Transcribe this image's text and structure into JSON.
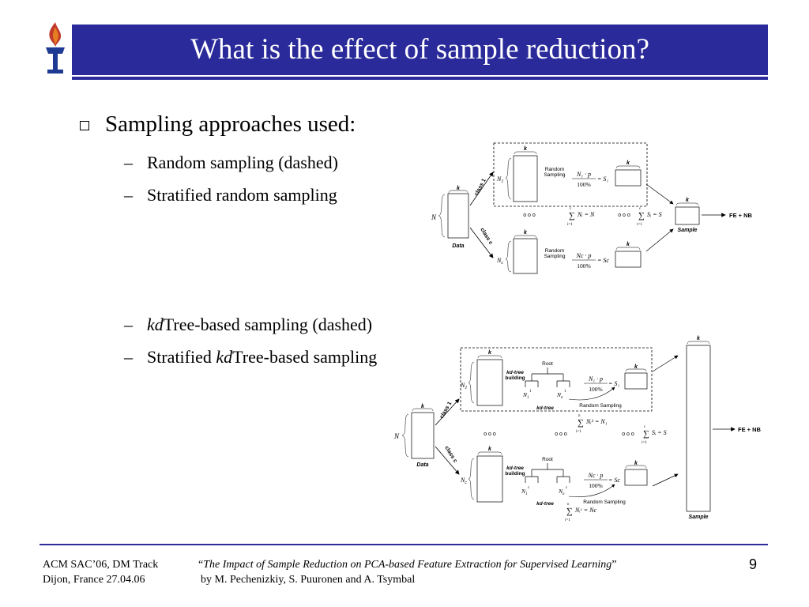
{
  "slide": {
    "title": "What is the effect of sample reduction?",
    "bullet": "Sampling approaches used:",
    "sub_items": [
      {
        "dash": "–",
        "text": "Random sampling (dashed)"
      },
      {
        "dash": "–",
        "text": "Stratified random sampling"
      },
      {
        "dash": "–",
        "italic": "kd",
        "text": "Tree-based sampling (dashed)"
      },
      {
        "dash": "–",
        "prefix": "Stratified ",
        "italic": "kd",
        "text": "Tree-based sampling"
      }
    ],
    "page_number": "9"
  },
  "footer": {
    "left_line1": "ACM SAC’06, DM Track",
    "left_line2": "Dijon, France 27.04.06",
    "quote_open": "“",
    "paper_title": "The Impact of Sample Reduction on PCA-based Feature Extraction for Supervised Learning",
    "quote_close": "”",
    "authors": "by M. Pechenizkiy, S. Puuronen and A. Tsymbal"
  },
  "diagram1": {
    "k": "k",
    "N": "N",
    "N1": "N",
    "N1_sub": "1",
    "Nc": "N",
    "Nc_sub": "c",
    "data_label": "Data",
    "class1": "class 1",
    "classc": "class c",
    "random_line1": "Random",
    "random_line2": "Sampling",
    "frac1_num": "N₁ · p",
    "fracc_num": "Nc · p",
    "frac_den": "100%",
    "S1": "S₁",
    "Sc": "Sc",
    "dots": "o o o",
    "sumN": "Nᵢ = N",
    "sumS": "Sᵢ = S",
    "sum_top": "c",
    "sum_bottom": "i=1",
    "sample_label": "Sample",
    "output": "FE + NB"
  },
  "diagram2": {
    "k": "k",
    "N": "N",
    "N1": "N",
    "N1_sub": "1",
    "Nc": "N",
    "Nc_sub": "c",
    "data_label": "Data",
    "class1": "class 1",
    "classc": "class c",
    "root": "Root",
    "kd_line1": "kd-tree",
    "kd_line2": "building",
    "kdtree": "kd-tree",
    "random": "Random Sampling",
    "frac1_num": "N₁ · p",
    "fracc_num": "Nc · p",
    "frac_den": "100%",
    "S1": "S₁",
    "Sc": "Sc",
    "leaf1_a": "N",
    "leaf1_a_sub": "1",
    "leaf1_a_sup": "1",
    "leaf1_b": "N",
    "leaf1_b_sub": "n",
    "leaf1_b_sup": "1",
    "leafc_a": "N",
    "leafc_a_sub": "1",
    "leafc_a_sup": "c",
    "leafc_b": "N",
    "leafc_b_sub": "n",
    "leafc_b_sup": "c",
    "sum1": "Nᵢ¹ = N₁",
    "sumc": "Nᵢᶜ = Nc",
    "sumS": "Sᵢ = S",
    "sum_top_n": "n",
    "sum_top_c": "c",
    "sum_bottom": "i=1",
    "dots": "o o o",
    "sample_label": "Sample",
    "output": "FE + NB"
  },
  "colors": {
    "accent": "#2a2a9a",
    "logo_flame": "#c0392b",
    "logo_base": "#1f3a93"
  }
}
